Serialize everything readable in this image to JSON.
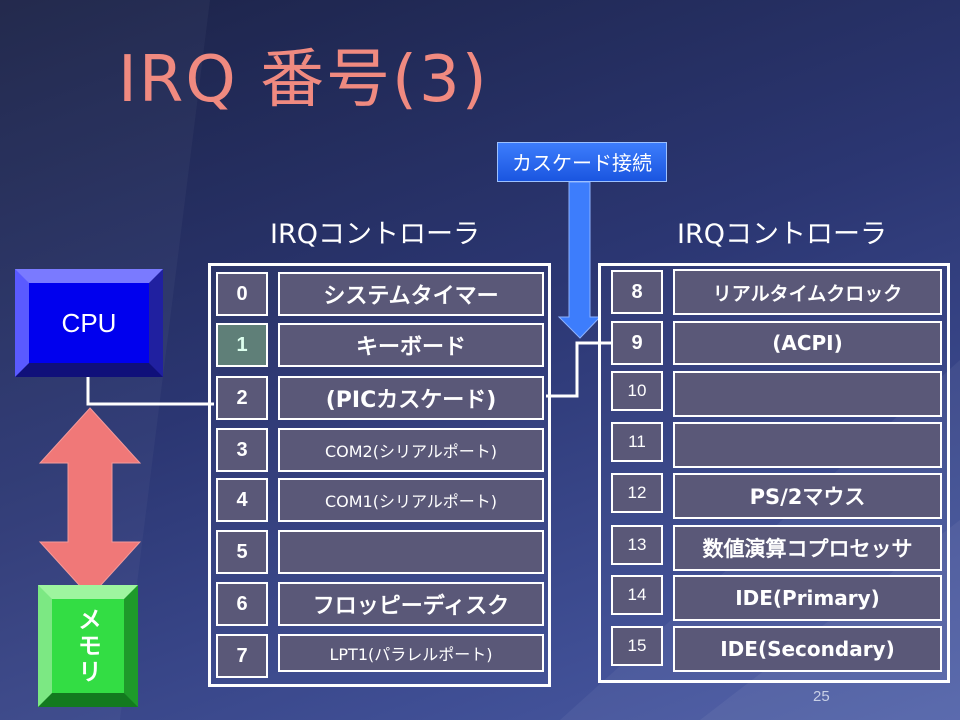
{
  "title": "IRQ 番号(3)",
  "callout": "カスケード接続",
  "controllers": [
    {
      "label": "IRQコントローラ",
      "rows": [
        {
          "num": "0",
          "text": "システムタイマー"
        },
        {
          "num": "1",
          "text": "キーボード"
        },
        {
          "num": "2",
          "text": "(PICカスケード)"
        },
        {
          "num": "3",
          "text": "COM2(シリアルポート)"
        },
        {
          "num": "4",
          "text": "COM1(シリアルポート)"
        },
        {
          "num": "5",
          "text": ""
        },
        {
          "num": "6",
          "text": "フロッピーディスク"
        },
        {
          "num": "7",
          "text": "LPT1(パラレルポート)"
        }
      ]
    },
    {
      "label": "IRQコントローラ",
      "rows": [
        {
          "num": "8",
          "text": "リアルタイムクロック"
        },
        {
          "num": "9",
          "text": "(ACPI)"
        },
        {
          "num": "10",
          "text": ""
        },
        {
          "num": "11",
          "text": ""
        },
        {
          "num": "12",
          "text": "PS/2マウス"
        },
        {
          "num": "13",
          "text": "数値演算コプロセッサ"
        },
        {
          "num": "14",
          "text": "IDE(Primary)"
        },
        {
          "num": "15",
          "text": "IDE(Secondary)"
        }
      ]
    }
  ],
  "cpu_label": "CPU",
  "memory_label": "メモリ",
  "page_number": "25",
  "colors": {
    "title": "#f08a80",
    "cpu": "#0000ee",
    "memory": "#33dd44",
    "bus_arrow": "#f07878",
    "callout": "#2a66f0",
    "cell": "#5a5878"
  }
}
